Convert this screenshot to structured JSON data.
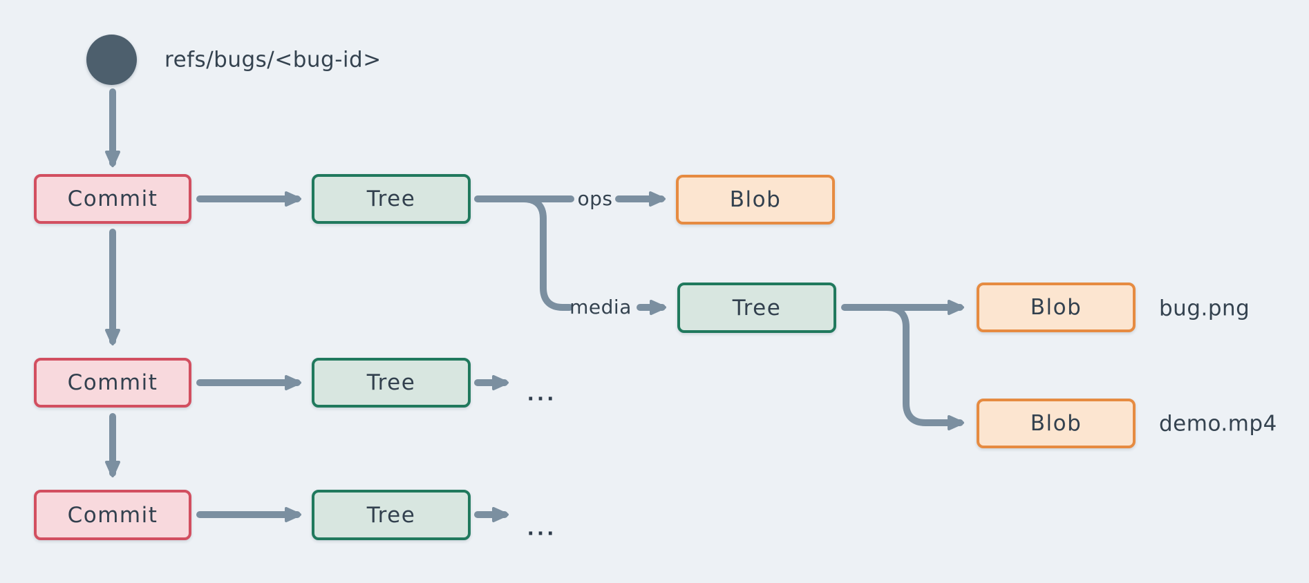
{
  "diagram": {
    "ref": {
      "label": "refs/bugs/<bug-id>"
    },
    "nodes": {
      "commit1": {
        "label": "Commit",
        "type": "commit"
      },
      "commit2": {
        "label": "Commit",
        "type": "commit"
      },
      "commit3": {
        "label": "Commit",
        "type": "commit"
      },
      "tree_row1": {
        "label": "Tree",
        "type": "tree"
      },
      "tree_row2": {
        "label": "Tree",
        "type": "tree"
      },
      "tree_row3": {
        "label": "Tree",
        "type": "tree"
      },
      "tree_media": {
        "label": "Tree",
        "type": "tree"
      },
      "blob_ops": {
        "label": "Blob",
        "type": "blob"
      },
      "blob_bug": {
        "label": "Blob",
        "type": "blob"
      },
      "blob_demo": {
        "label": "Blob",
        "type": "blob"
      }
    },
    "edge_labels": {
      "ops": "ops",
      "media": "media"
    },
    "file_labels": {
      "bug_png": "bug.png",
      "demo_mp4": "demo.mp4"
    },
    "ellipsis": {
      "row2": "...",
      "row3": "..."
    },
    "colors": {
      "background": "#edf1f5",
      "commit_fill": "#f8d9dd",
      "commit_border": "#d24f60",
      "tree_fill": "#d8e6e0",
      "tree_border": "#20795d",
      "blob_fill": "#fce5d0",
      "blob_border": "#e68b41",
      "arrow": "#7b8fa0",
      "node_text": "#32404e",
      "label_text": "#34424f",
      "ellipsis_text": "#2f3c4b",
      "ref_circle": "#4d5f6d"
    }
  }
}
